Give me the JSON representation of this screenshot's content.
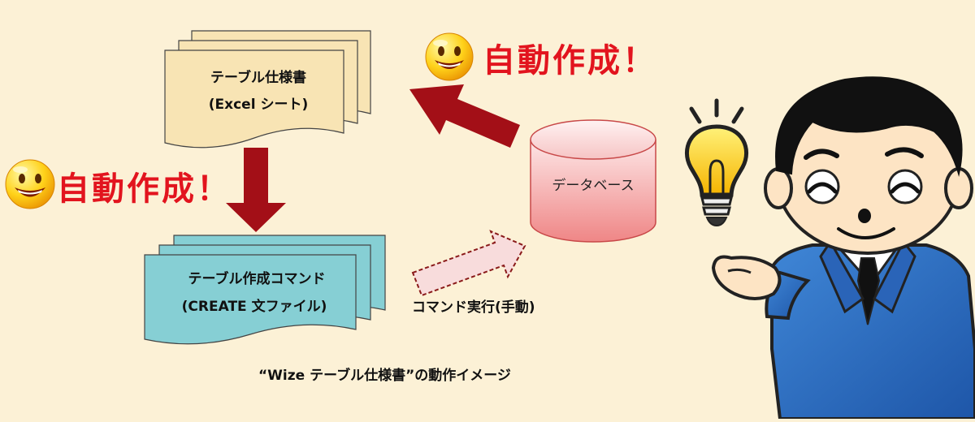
{
  "spec_doc": {
    "line1": "テーブル仕様書",
    "line2": "(Excel シート)"
  },
  "create_doc": {
    "line1": "テーブル作成コマンド",
    "line2": "(CREATE 文ファイル)"
  },
  "database": {
    "label": "データベース"
  },
  "auto_label_top": "自動作成！",
  "auto_label_left": "自動作成！",
  "manual_label": "コマンド実行(手動)",
  "caption": "“Wize テーブル仕様書”の動作イメージ",
  "colors": {
    "background": "#fcf1d6",
    "spec_fill": "#f8e4b4",
    "create_fill": "#86cfd4",
    "arrow_red": "#a30f17",
    "label_red": "#e2141e",
    "db_top": "#fbdada",
    "db_bottom": "#ef8c8c"
  }
}
